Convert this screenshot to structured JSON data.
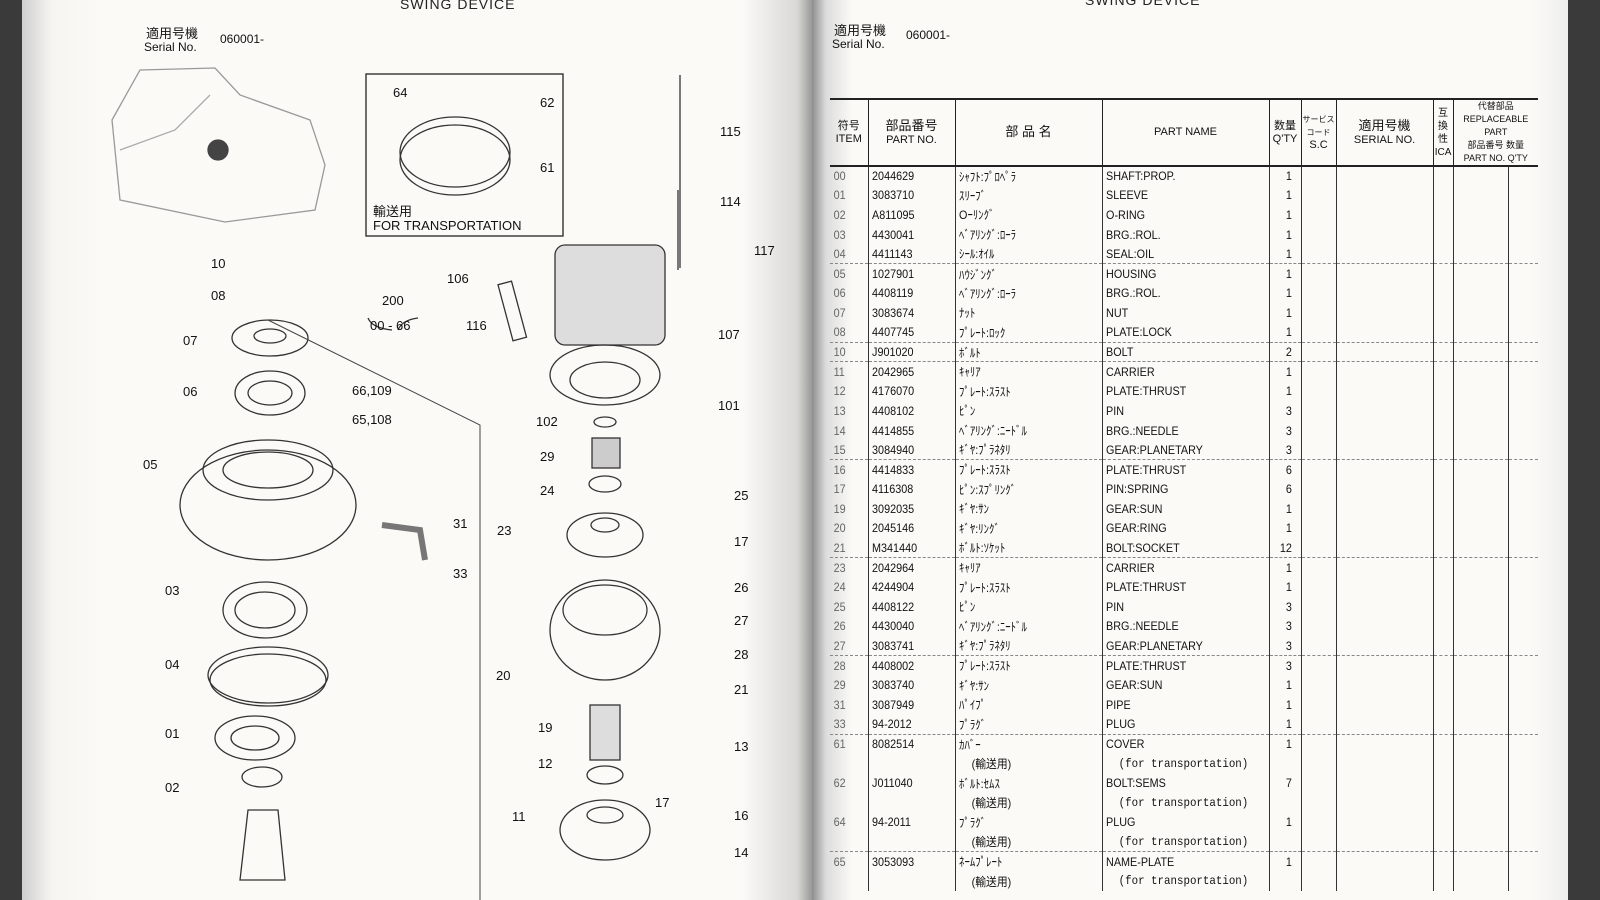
{
  "left_page": {
    "title": "SWING DEVICE",
    "serial_label_jp": "適用号機",
    "serial_label_en": "Serial No.",
    "serial_value": "060001-",
    "inset_note_jp": "輸送用",
    "inset_note_en": "FOR TRANSPORTATION",
    "assembly_label": "200",
    "assembly_range": "00 - 66",
    "callouts": [
      "64",
      "62",
      "61",
      "115",
      "114",
      "117",
      "106",
      "116",
      "107",
      "101",
      "10",
      "08",
      "07",
      "06",
      "66,109",
      "65,108",
      "05",
      "31",
      "33",
      "03",
      "04",
      "01",
      "02",
      "102",
      "29",
      "24",
      "25",
      "23",
      "17",
      "26",
      "27",
      "28",
      "20",
      "21",
      "19",
      "13",
      "12",
      "11",
      "17",
      "16",
      "14"
    ]
  },
  "right_page": {
    "title": "SWING DEVICE",
    "serial_label_jp": "適用号機",
    "serial_label_en": "Serial No.",
    "serial_value": "060001-",
    "headers": {
      "item_jp": "符号",
      "item_en": "ITEM",
      "partno_jp": "部品番号",
      "partno_en": "PART NO.",
      "name_jp": "部 品 名",
      "name_en": "PART NAME",
      "qty_jp": "数量",
      "qty_en": "Q'TY",
      "sc_jp": "サービスコード",
      "sc_en": "S.C",
      "serial_jp": "適用号機",
      "serial_en": "SERIAL NO.",
      "ica_jp": "互換性",
      "ica_en": "ICA",
      "rep_jp": "代替部品",
      "rep_en": "REPLACEABLE PART",
      "rep_partno_jp": "部品番号",
      "rep_partno_en": "PART NO.",
      "rep_qty_jp": "数量",
      "rep_qty_en": "Q'TY"
    },
    "rows": [
      {
        "item": "00",
        "part_no": "2044629",
        "name_jp": "ｼｬﾌﾄ:ﾌﾟﾛﾍﾟﾗ",
        "name_en": "SHAFT:PROP.",
        "qty": "1"
      },
      {
        "item": "01",
        "part_no": "3083710",
        "name_jp": "ｽﾘｰﾌﾞ",
        "name_en": "SLEEVE",
        "qty": "1"
      },
      {
        "item": "02",
        "part_no": "A811095",
        "name_jp": "Oｰﾘﾝｸﾞ",
        "name_en": "O-RING",
        "qty": "1"
      },
      {
        "item": "03",
        "part_no": "4430041",
        "name_jp": "ﾍﾞｱﾘﾝｸﾞ:ﾛｰﾗ",
        "name_en": "BRG.:ROL.",
        "qty": "1"
      },
      {
        "item": "04",
        "part_no": "4411143",
        "name_jp": "ｼｰﾙ:ｵｲﾙ",
        "name_en": "SEAL:OIL",
        "qty": "1"
      },
      {
        "item": "05",
        "part_no": "1027901",
        "name_jp": "ﾊｳｼﾞﾝｸﾞ",
        "name_en": "HOUSING",
        "qty": "1"
      },
      {
        "item": "06",
        "part_no": "4408119",
        "name_jp": "ﾍﾞｱﾘﾝｸﾞ:ﾛｰﾗ",
        "name_en": "BRG.:ROL.",
        "qty": "1"
      },
      {
        "item": "07",
        "part_no": "3083674",
        "name_jp": "ﾅｯﾄ",
        "name_en": "NUT",
        "qty": "1"
      },
      {
        "item": "08",
        "part_no": "4407745",
        "name_jp": "ﾌﾟﾚｰﾄ:ﾛｯｸ",
        "name_en": "PLATE:LOCK",
        "qty": "1"
      },
      {
        "item": "10",
        "part_no": "J901020",
        "name_jp": "ﾎﾞﾙﾄ",
        "name_en": "BOLT",
        "qty": "2"
      },
      {
        "item": "11",
        "part_no": "2042965",
        "name_jp": "ｷｬﾘｱ",
        "name_en": "CARRIER",
        "qty": "1"
      },
      {
        "item": "12",
        "part_no": "4176070",
        "name_jp": "ﾌﾟﾚｰﾄ:ｽﾗｽﾄ",
        "name_en": "PLATE:THRUST",
        "qty": "1"
      },
      {
        "item": "13",
        "part_no": "4408102",
        "name_jp": "ﾋﾟﾝ",
        "name_en": "PIN",
        "qty": "3"
      },
      {
        "item": "14",
        "part_no": "4414855",
        "name_jp": "ﾍﾞｱﾘﾝｸﾞ:ﾆｰﾄﾞﾙ",
        "name_en": "BRG.:NEEDLE",
        "qty": "3"
      },
      {
        "item": "15",
        "part_no": "3084940",
        "name_jp": "ｷﾞﾔ:ﾌﾟﾗﾈﾀﾘ",
        "name_en": "GEAR:PLANETARY",
        "qty": "3"
      },
      {
        "item": "16",
        "part_no": "4414833",
        "name_jp": "ﾌﾟﾚｰﾄ:ｽﾗｽﾄ",
        "name_en": "PLATE:THRUST",
        "qty": "6"
      },
      {
        "item": "17",
        "part_no": "4116308",
        "name_jp": "ﾋﾟﾝ:ｽﾌﾟﾘﾝｸﾞ",
        "name_en": "PIN:SPRING",
        "qty": "6"
      },
      {
        "item": "19",
        "part_no": "3092035",
        "name_jp": "ｷﾞﾔ:ｻﾝ",
        "name_en": "GEAR:SUN",
        "qty": "1"
      },
      {
        "item": "20",
        "part_no": "2045146",
        "name_jp": "ｷﾞﾔ:ﾘﾝｸﾞ",
        "name_en": "GEAR:RING",
        "qty": "1"
      },
      {
        "item": "21",
        "part_no": "M341440",
        "name_jp": "ﾎﾞﾙﾄ:ｿｹｯﾄ",
        "name_en": "BOLT:SOCKET",
        "qty": "12"
      },
      {
        "item": "23",
        "part_no": "2042964",
        "name_jp": "ｷｬﾘｱ",
        "name_en": "CARRIER",
        "qty": "1"
      },
      {
        "item": "24",
        "part_no": "4244904",
        "name_jp": "ﾌﾟﾚｰﾄ:ｽﾗｽﾄ",
        "name_en": "PLATE:THRUST",
        "qty": "1"
      },
      {
        "item": "25",
        "part_no": "4408122",
        "name_jp": "ﾋﾟﾝ",
        "name_en": "PIN",
        "qty": "3"
      },
      {
        "item": "26",
        "part_no": "4430040",
        "name_jp": "ﾍﾞｱﾘﾝｸﾞ:ﾆｰﾄﾞﾙ",
        "name_en": "BRG.:NEEDLE",
        "qty": "3"
      },
      {
        "item": "27",
        "part_no": "3083741",
        "name_jp": "ｷﾞﾔ:ﾌﾟﾗﾈﾀﾘ",
        "name_en": "GEAR:PLANETARY",
        "qty": "3"
      },
      {
        "item": "28",
        "part_no": "4408002",
        "name_jp": "ﾌﾟﾚｰﾄ:ｽﾗｽﾄ",
        "name_en": "PLATE:THRUST",
        "qty": "3"
      },
      {
        "item": "29",
        "part_no": "3083740",
        "name_jp": "ｷﾞﾔ:ｻﾝ",
        "name_en": "GEAR:SUN",
        "qty": "1"
      },
      {
        "item": "31",
        "part_no": "3087949",
        "name_jp": "ﾊﾟｲﾌﾟ",
        "name_en": "PIPE",
        "qty": "1"
      },
      {
        "item": "33",
        "part_no": "94-2012",
        "name_jp": "ﾌﾟﾗｸﾞ",
        "name_en": "PLUG",
        "qty": "1"
      },
      {
        "item": "61",
        "part_no": "8082514",
        "name_jp": "ｶﾊﾞｰ",
        "name_en": "COVER",
        "qty": "1",
        "note_jp": "(輸送用)",
        "note_en": "(for transportation)"
      },
      {
        "item": "62",
        "part_no": "J011040",
        "name_jp": "ﾎﾞﾙﾄ:ｾﾑｽ",
        "name_en": "BOLT:SEMS",
        "qty": "7",
        "note_jp": "(輸送用)",
        "note_en": "(for transportation)"
      },
      {
        "item": "64",
        "part_no": "94-2011",
        "name_jp": "ﾌﾟﾗｸﾞ",
        "name_en": "PLUG",
        "qty": "1",
        "note_jp": "(輸送用)",
        "note_en": "(for transportation)"
      },
      {
        "item": "65",
        "part_no": "3053093",
        "name_jp": "ﾈｰﾑﾌﾟﾚｰﾄ",
        "name_en": "NAME-PLATE",
        "qty": "1",
        "note_jp": "(輸送用)",
        "note_en": "(for transportation)"
      }
    ]
  },
  "colors": {
    "paper": "#fbfaf7",
    "ink": "#111111",
    "binding": "#3a3a3a"
  }
}
